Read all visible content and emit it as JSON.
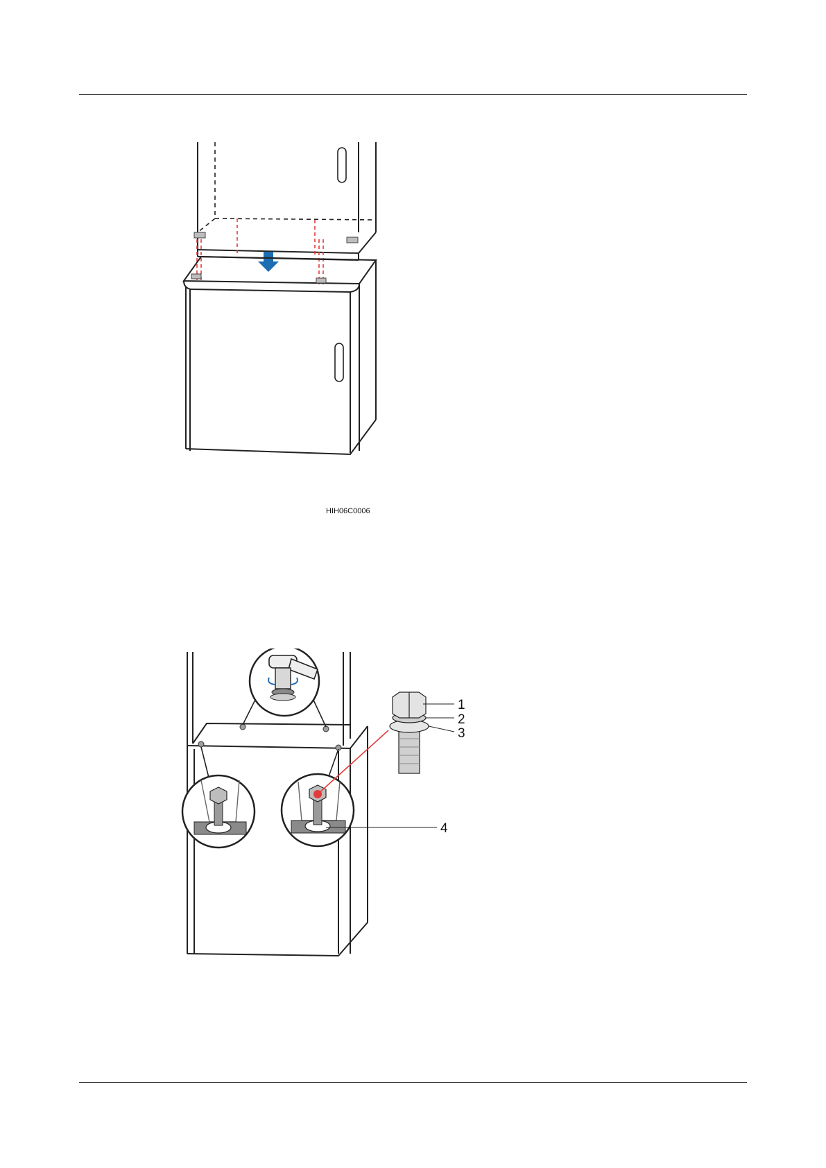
{
  "figure_1": {
    "code": "HIH06C0006"
  },
  "figure_2": {
    "callouts": [
      "1",
      "2",
      "3",
      "4"
    ]
  },
  "colors": {
    "line": "#222222",
    "guide_red": "#e23b3b",
    "arrow_blue": "#1d6db3",
    "cabinet_fill": "#ffffff",
    "bracket_gray": "#8a8a8a",
    "washer_gray": "#cfcfcf"
  },
  "icons": [
    "down-arrow-icon",
    "rotate-arrows-icon",
    "hex-bolt-icon"
  ]
}
